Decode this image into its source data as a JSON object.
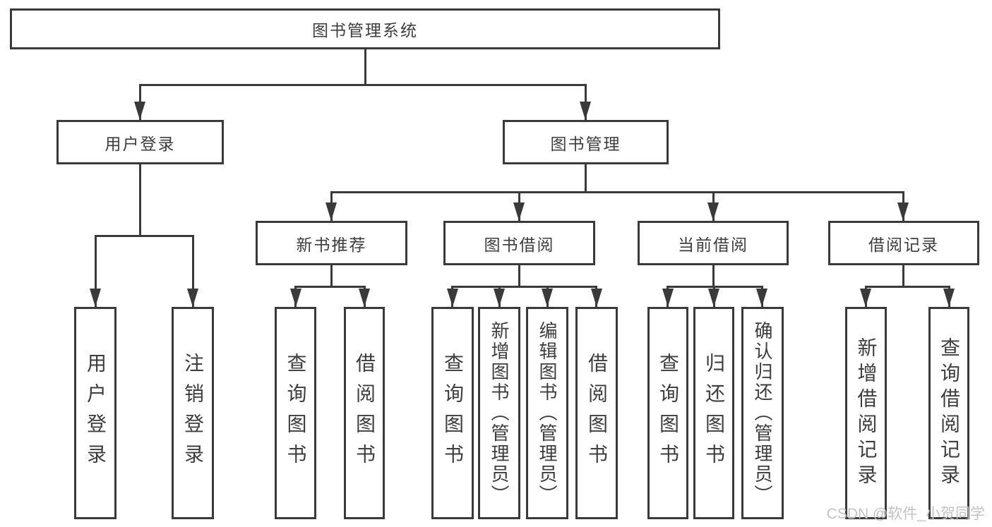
{
  "diagram": {
    "title_node": {
      "label": "图书管理系统"
    },
    "user_login_branch": {
      "label": "用户登录",
      "leaf_login": "用户登录",
      "leaf_logout": "注销登录"
    },
    "book_mgmt_branch": {
      "label": "图书管理",
      "new_book_rec": {
        "label": "新书推荐",
        "leaf_query": "查询图书",
        "leaf_borrow": "借阅图书"
      },
      "book_borrow": {
        "label": "图书借阅",
        "leaf_query": "查询图书",
        "leaf_add": "新增图书（管理员）",
        "leaf_edit": "编辑图书（管理员）",
        "leaf_borrow": "借阅图书"
      },
      "current_borrow": {
        "label": "当前借阅",
        "leaf_query": "查询图书",
        "leaf_return": "归还图书",
        "leaf_confirm": "确认归还（管理员）"
      },
      "borrow_record": {
        "label": "借阅记录",
        "leaf_add": "新增借阅记录",
        "leaf_query": "查询借阅记录"
      }
    }
  },
  "colors": {
    "line": "#3a3a3a",
    "text": "#3d3d3d",
    "background": "#ffffff",
    "watermark": "#c3c3c3"
  },
  "watermark": {
    "text": "CSDN @软件_小贺同学"
  }
}
